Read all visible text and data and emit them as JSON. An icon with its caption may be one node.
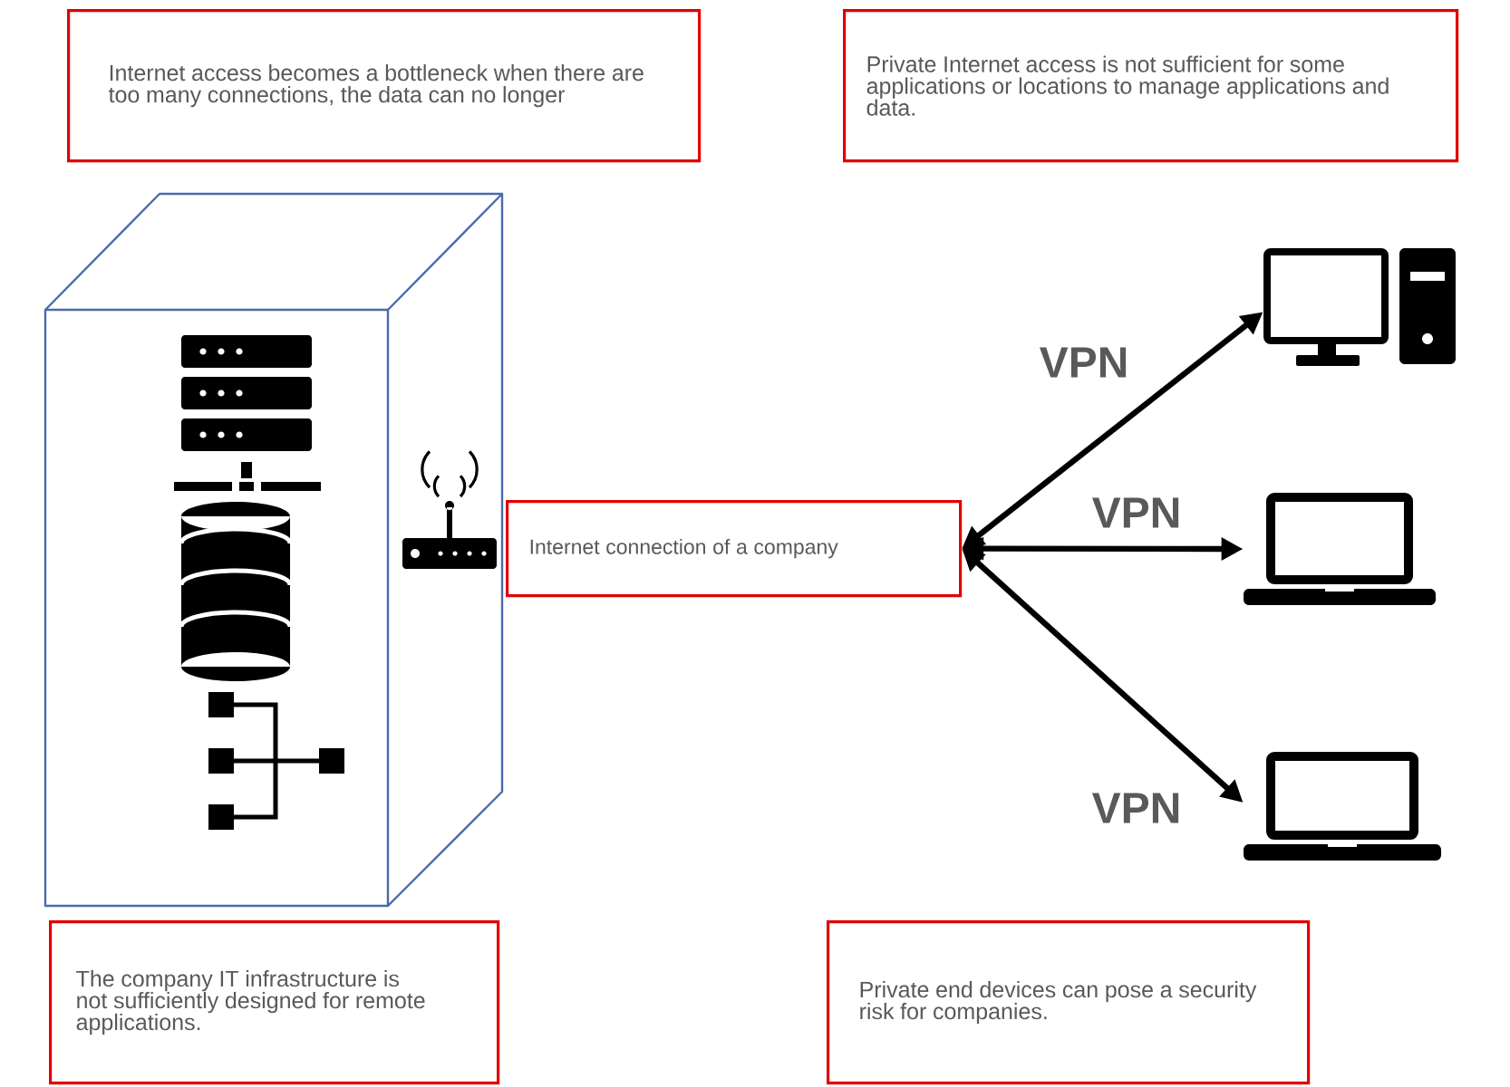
{
  "diagram": {
    "nodes": [
      {
        "text": [
          "Internet access becomes a bottleneck when there are too many connections, the data can no longer"
        ]
      },
      {
        "text": [
          "Private Internet access is not sufficient for some applications or locations to manage applications and data."
        ]
      },
      {
        "text": [
          "Internet connection of a company"
        ]
      },
      {
        "text": [],
        "shape": "computer"
      },
      {
        "text": [],
        "shape": "laptop"
      },
      {
        "text": [],
        "shape": "laptop"
      },
      {
        "text": [
          "The company IT infrastructure is not sufficiently designed for remote applications."
        ]
      },
      {
        "text": [
          "Private end devices can pose a security risk for companies."
        ]
      }
    ],
    "edges": [
      {
        "from": 2,
        "to": 3,
        "arrow": "both",
        "label": "VPN"
      },
      {
        "from": 2,
        "to": 4,
        "arrow": "both",
        "label": "VPN"
      },
      {
        "from": 2,
        "to": 5,
        "arrow": "both",
        "label": "VPN"
      }
    ]
  }
}
